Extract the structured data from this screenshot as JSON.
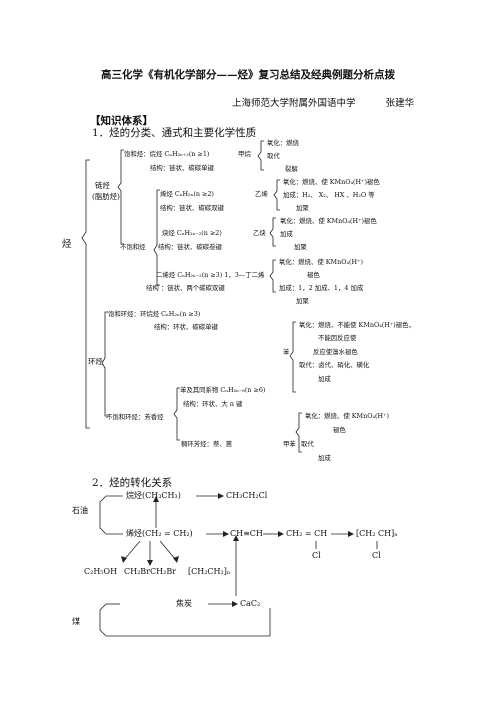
{
  "title": "高三化学《有机化学部分——烃》复习总结及经典例题分析点拨",
  "author": {
    "school": "上海师范大学附属外国语中学",
    "name": "张建华"
  },
  "section": "【知识体系】",
  "part1": {
    "heading": "1．烃的分类、通式和主要化学性质",
    "root": "烃",
    "chain": {
      "label": "链烃",
      "sublabel": "(脂肪烃)",
      "alkane": {
        "formula": "饱和烃：烷烃 CₙH₂ₙ₊₂(n ≥1)",
        "struct": "结构：链状、碳碳单键",
        "rep": "甲烷",
        "props": [
          "氧化：燃烧",
          "取代",
          "裂解"
        ]
      },
      "unsat_label": "不饱和烃",
      "alkene": {
        "formula": "烯烃 CₙH₂ₙ(n ≥2)",
        "struct": "结构：链状、碳碳双键",
        "rep": "乙烯",
        "props": [
          "氧化：燃烧、使 KMnO₄(H⁺)褪色",
          "加成：H₂、 X₂、 HX 、H₂O 等",
          "加聚"
        ]
      },
      "alkyne": {
        "formula": "炔烃 CₙH₂ₙ₋₂(n ≥2)",
        "struct": "结构：链状、碳碳叁键",
        "rep": "乙炔",
        "props": [
          "氧化：燃烧、使 KMnO₄(H⁺)褪色",
          "加成",
          "加聚"
        ]
      },
      "diene": {
        "formula": "二烯烃 CₙH₂ₙ₋₂(n ≥3) 1，3—丁二烯",
        "struct": "结构 ：链状、两个碳碳双键",
        "props": [
          "氧化：燃烧、使 KMnO₄(H⁺)",
          "褪色",
          "加成：1，2 加成、1，4 加成",
          "加聚"
        ]
      }
    },
    "ring": {
      "label": "环烃",
      "cycloalkane": {
        "formula": "饱和环烃：环烷烃 CₙH₂ₙ(n ≥3)",
        "struct": "结构：环状、碳碳单键"
      },
      "benzene": {
        "rep": "苯",
        "props": [
          "氧化：燃烧、不能使 KMnO₄(H⁺)褪色，",
          "不能因反应使",
          "反应使溴水褪色",
          "取代：卤代、硝化、磺化",
          "加成"
        ]
      },
      "aromatic": {
        "unsat": "不饱和环烃：芳香烃",
        "formula": "苯及其同系物 CₙH₂ₙ₋₆(n ≥6)",
        "struct": "结构：环状、大 π 键",
        "fused": "稠环芳烃：萘、蒽",
        "rep": "甲苯",
        "props": [
          "氧化：燃烧、使 KMnO₄(H⁺)",
          "褪色",
          "取代",
          "加成"
        ]
      }
    }
  },
  "part2": {
    "heading": "2．烃的转化关系",
    "petroleum": "石油",
    "coal": "煤",
    "alkane": "烷烃(CH₃CH₃)",
    "chloroethane": "CH₃CH₂Cl",
    "alkene": "烯烃(CH₂ = CH₂)",
    "acetylene": "CH≡CH",
    "vinyl_chloride": "CH₂ = CH",
    "vc_cl": "Cl",
    "pvc": "[CH₂ CH]ₙ",
    "pvc_cl": "Cl",
    "ethanol": "C₂H₅OH",
    "dibromo": "CH₂BrCH₂Br",
    "pe": "[CH₂CH₂]ₙ",
    "coke": "焦炭",
    "carbide": "CaC₂"
  }
}
